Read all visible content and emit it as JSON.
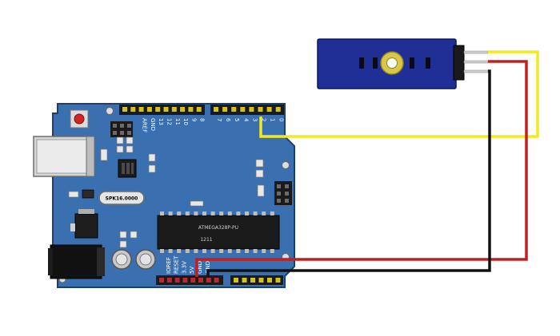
{
  "board": {
    "top_pin_labels": [
      "AREF",
      "GND",
      "13",
      "12",
      "11",
      "10",
      "9",
      "8",
      "7",
      "6",
      "5",
      "4",
      "3",
      "2",
      "1",
      "0"
    ],
    "bottom_pin_labels": [
      "IOREF",
      "RESET",
      "3.3V",
      "5V",
      "GND",
      "GND"
    ],
    "crystal_label": "SPK16.0000",
    "chip_labels": [
      "ATMEGA328P-PU",
      "1211"
    ],
    "colors": {
      "pcb": "#3a6fb0",
      "pcb_edge": "#1d3f70",
      "header": "#1a1a1a",
      "header_pin": "#d4c21a",
      "power_header_pin": "#c0262d"
    }
  },
  "module": {
    "colors": {
      "pcb": "#1f2f96",
      "sensor_ring": "#d8c84a"
    }
  },
  "wires": {
    "signal_color": "#f2ea1c",
    "vcc_color": "#c41e1e",
    "gnd_color": "#111111"
  },
  "icons": {
    "usb": "usb-connector-icon",
    "power_jack": "dc-jack-icon",
    "reset": "reset-button-icon"
  }
}
